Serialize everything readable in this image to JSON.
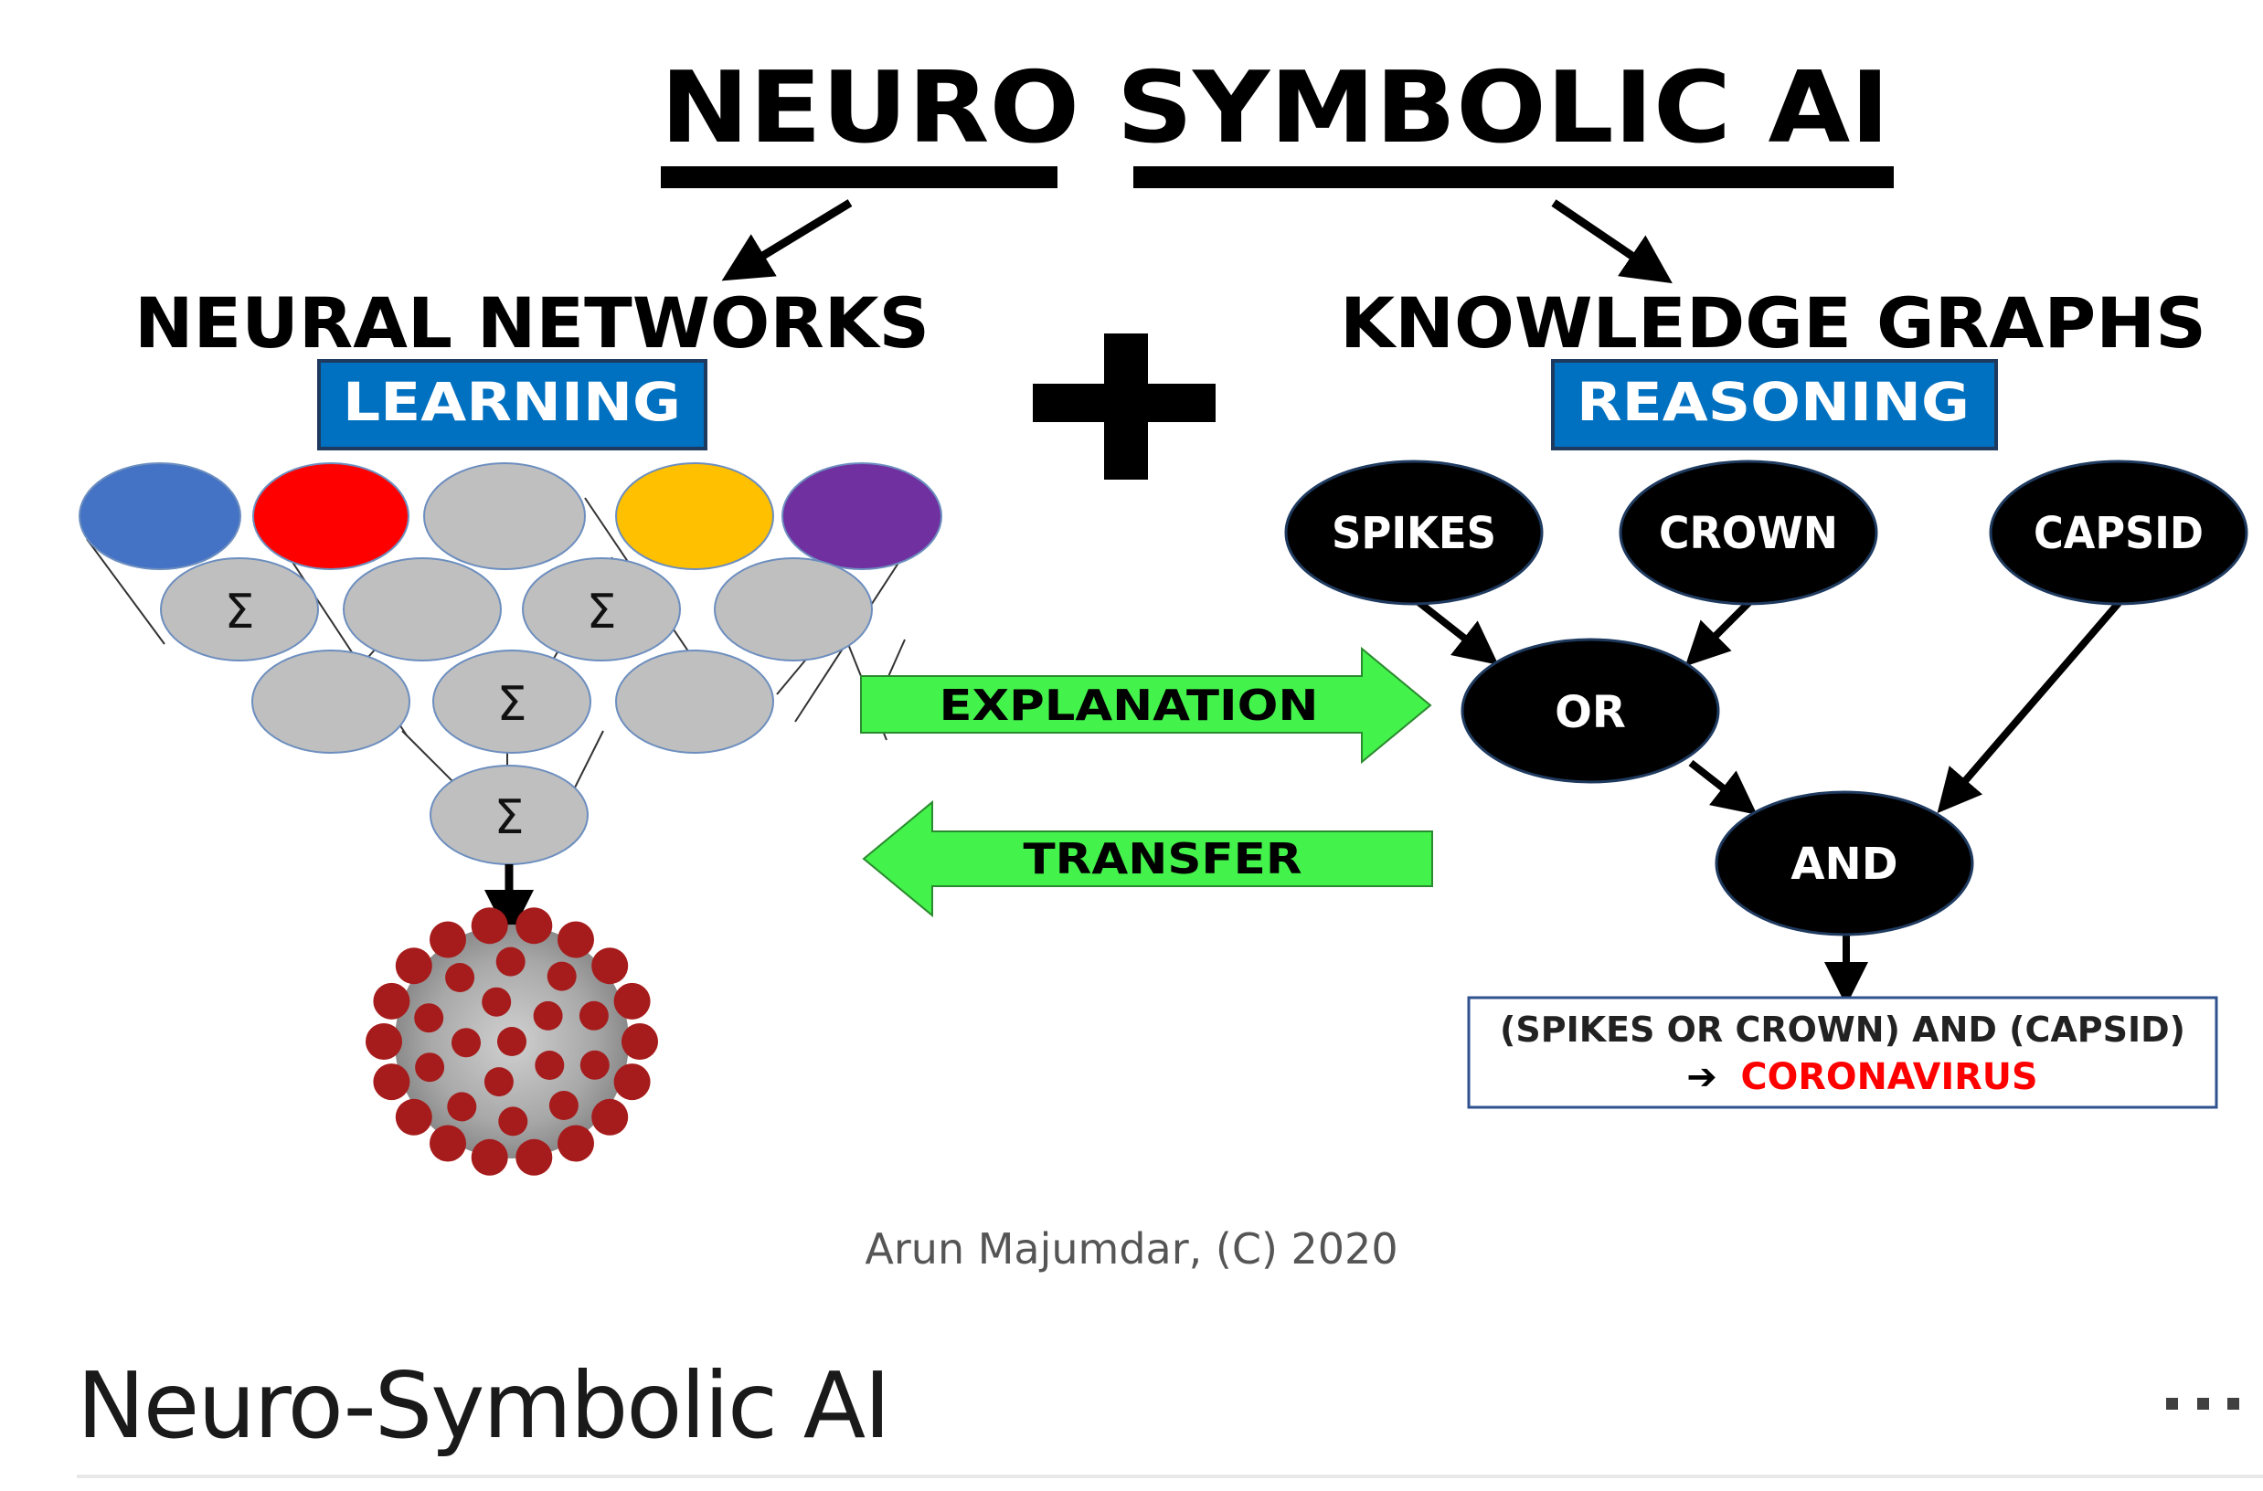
{
  "diagram": {
    "title": "NEURO SYMBOLIC AI",
    "left": {
      "heading": "NEURAL NETWORKS",
      "badge": "LEARNING",
      "input_node_colors": [
        "#4472c4",
        "#ff0000",
        "#bfbfbf",
        "#ffc000",
        "#7030a0"
      ],
      "sum_symbol": "Σ",
      "output_image": "coronavirus-image"
    },
    "plus_symbol": "+",
    "right": {
      "heading": "KNOWLEDGE GRAPHS",
      "badge": "REASONING",
      "nodes": {
        "spikes": "SPIKES",
        "crown": "CROWN",
        "capsid": "CAPSID",
        "or": "OR",
        "and": "AND"
      },
      "result_line1": "(SPIKES OR CROWN) AND (CAPSID)",
      "result_arrow": "➔",
      "result_conclusion": "CORONAVIRUS"
    },
    "arrows": {
      "explanation": "EXPLANATION",
      "transfer": "TRANSFER"
    },
    "colors": {
      "badge_blue": "#0070c0",
      "arrow_green": "#44f24c",
      "node_gray": "#bfbfbf",
      "conclusion_red": "#ff0000",
      "graph_node": "#000000"
    }
  },
  "caption": "Arun Majumdar, (C) 2020",
  "article": {
    "title": "Neuro-Symbolic AI",
    "more_menu": "more-options"
  }
}
